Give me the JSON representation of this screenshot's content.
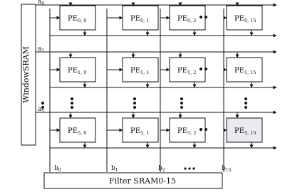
{
  "window_sram": {
    "label": "WindowSRAM"
  },
  "filter_sram": {
    "label": "Filter SRAM0-15"
  },
  "row_inputs": [
    {
      "name": "a",
      "sub": "0"
    },
    {
      "name": "a",
      "sub": "1"
    },
    {
      "name": "a",
      "sub": "5"
    }
  ],
  "col_inputs": [
    {
      "name": "b",
      "sub": "0"
    },
    {
      "name": "b",
      "sub": "1"
    },
    {
      "name": "b",
      "sub": "2"
    },
    {
      "name": "b",
      "sub": "15"
    }
  ],
  "pe_grid": [
    [
      {
        "base": "PE",
        "sub": "0, 0"
      },
      {
        "base": "PE",
        "sub": "0, 1"
      },
      {
        "base": "PE",
        "sub": "0, 2"
      },
      {
        "base": "PE",
        "sub": "0, 15"
      }
    ],
    [
      {
        "base": "PE",
        "sub": "1, 0"
      },
      {
        "base": "PE",
        "sub": "1, 1"
      },
      {
        "base": "PE",
        "sub": "1, 2"
      },
      {
        "base": "PE",
        "sub": "1, 15"
      }
    ],
    [
      {
        "base": "PE",
        "sub": "5, 0"
      },
      {
        "base": "PE",
        "sub": "5, 1"
      },
      {
        "base": "PE",
        "sub": "5, 2"
      },
      {
        "base": "PE",
        "sub": "5, 15",
        "highlight": true
      }
    ]
  ],
  "colors": {
    "line": "#111111",
    "pe_fill": "#ffffff",
    "pe_highlight": "#e9ebf0"
  }
}
